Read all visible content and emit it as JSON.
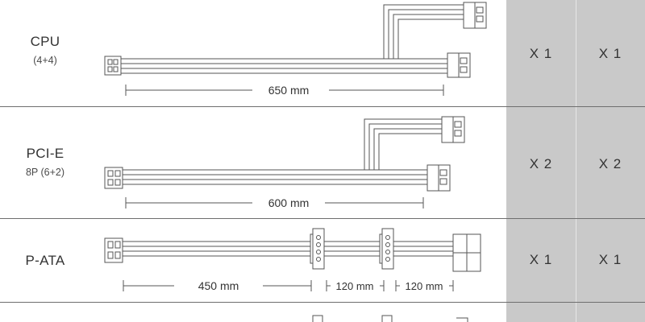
{
  "rows": [
    {
      "name": "CPU",
      "sub": "(4+4)",
      "length": "650 mm",
      "qty_a": "X 1",
      "qty_b": "X 1"
    },
    {
      "name": "PCI-E",
      "sub": "8P (6+2)",
      "length": "600 mm",
      "qty_a": "X 2",
      "qty_b": "X 2"
    },
    {
      "name": "P-ATA",
      "sub": "",
      "length": "450 mm",
      "seg1": "120 mm",
      "seg2": "120 mm",
      "qty_a": "X 1",
      "qty_b": "X 1"
    }
  ]
}
